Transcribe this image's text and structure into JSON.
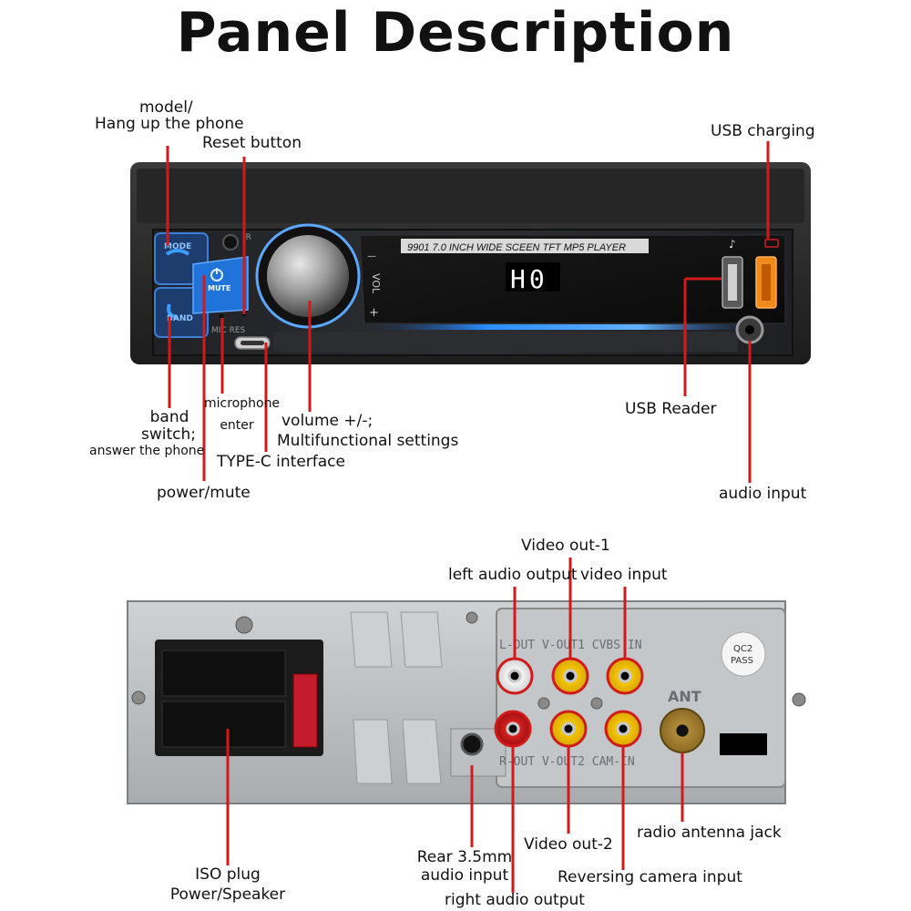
{
  "title": "Panel Description",
  "front_unit": {
    "model_text": "9901  7.0 INCH WIDE SCEEN TFT MP5 PLAYER",
    "display_text": "H0",
    "button_mode": "MODE",
    "button_band": "BAND",
    "button_mute": "MUTE",
    "label_mic_res": "MIC RES",
    "label_ir": "IR",
    "label_vol": "VOL",
    "label_minus": "—",
    "label_plus": "+"
  },
  "front_labels": {
    "model": "model/",
    "hang_up": "Hang up the phone",
    "reset": "Reset button",
    "usb_charging": "USB charging",
    "band": "band",
    "switch": "switch;",
    "answer": "answer the phone",
    "microphone": "microphone",
    "enter": "enter",
    "volume": "volume +/-;",
    "multifunctional": "Multifunctional settings",
    "type_c": "TYPE-C interface",
    "power_mute": "power/mute",
    "usb_reader": "USB Reader",
    "audio_input": "audio input"
  },
  "rear_unit": {
    "top_print": "L-OUT  V-OUT1  CVBS IN",
    "bottom_print": "R-OUT  V-OUT2  CAM-IN",
    "ant": "ANT",
    "qc_line1": "QC2",
    "qc_line2": "PASS"
  },
  "rear_labels": {
    "video_out_1": "Video out-1",
    "left_audio": "left audio output",
    "video_input": "video input",
    "iso_plug": "ISO plug",
    "power_speaker": "Power/Speaker",
    "rear_35_line1": "Rear 3.5mm",
    "rear_35_line2": "audio input",
    "video_out_2": "Video out-2",
    "radio_antenna": "radio antenna jack",
    "reversing_camera": "Reversing camera input",
    "right_audio": "right audio output"
  },
  "colors": {
    "callout": "#d11a1a",
    "unit_body": "#2a2a2a",
    "accent_blue": "#1e7de0",
    "usb_orange": "#f08a1a",
    "rca_yellow": "#f2c400",
    "rca_white": "#f2f2f2",
    "rca_red": "#d42020",
    "chassis": "#b8bcbf"
  }
}
